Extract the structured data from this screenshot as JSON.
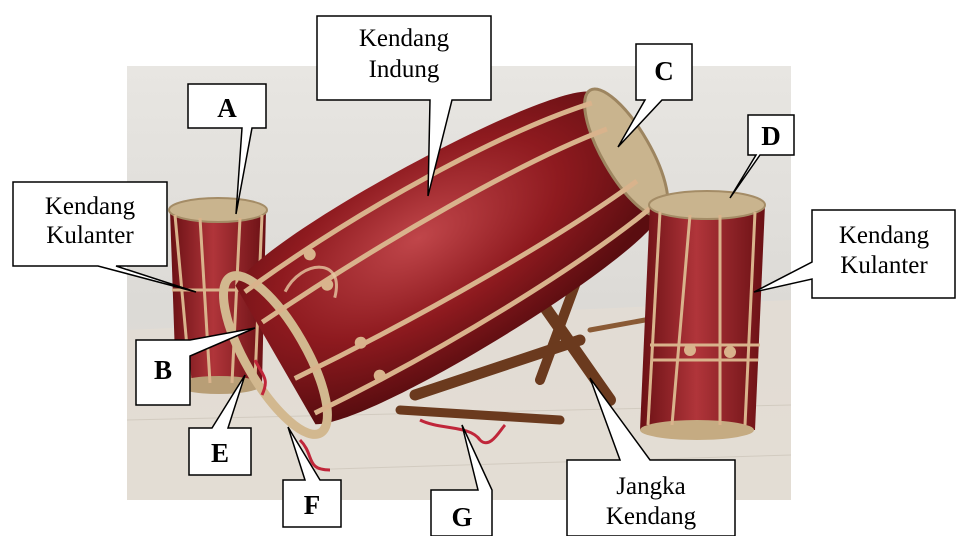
{
  "figure": {
    "labels": {
      "A": "A",
      "B": "B",
      "C": "C",
      "D": "D",
      "E": "E",
      "F": "F",
      "G": "G",
      "indung": [
        "Kendang",
        "Indung"
      ],
      "kulanter_left": [
        "Kendang",
        "Kulanter"
      ],
      "kulanter_right": [
        "Kendang",
        "Kulanter"
      ],
      "jangka": [
        "Jangka",
        "Kendang"
      ]
    },
    "colors": {
      "drum_body": "#8e1a1f",
      "drum_highlight": "#c0464a",
      "rope": "#d9b38c",
      "wood_stand": "#6b3a1e",
      "background": "#e7e5e1",
      "callout_border": "#000000"
    }
  }
}
